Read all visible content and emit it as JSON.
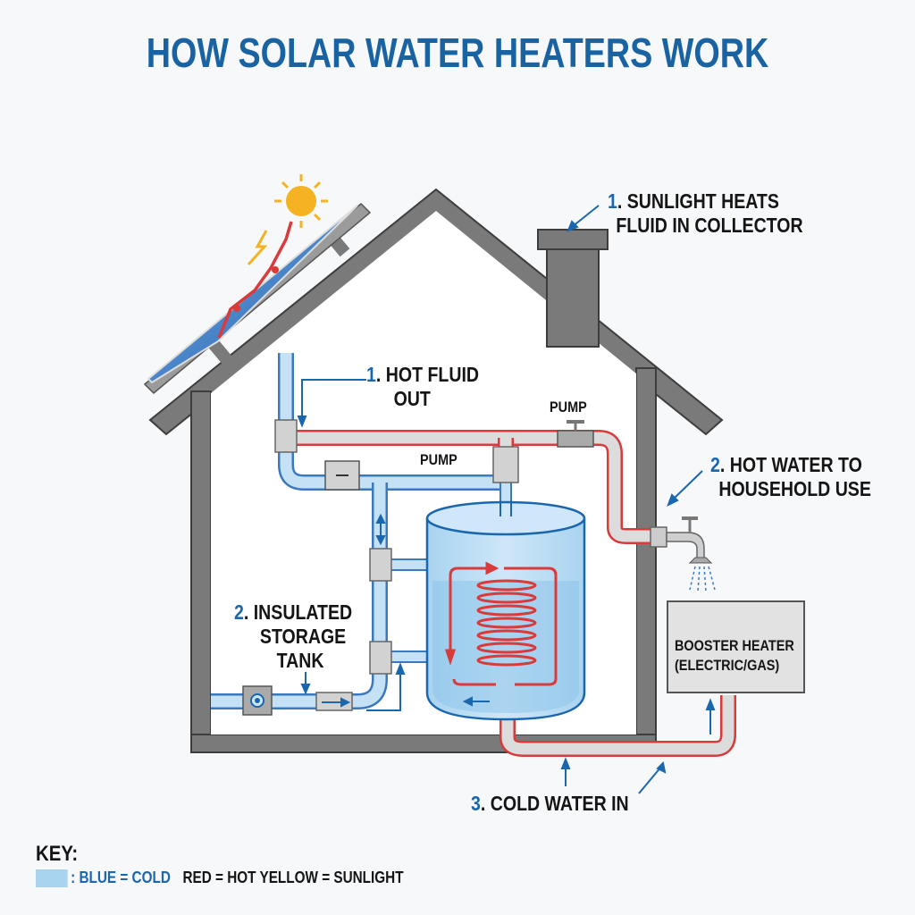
{
  "title": "HOW SOLAR WATER HEATERS WORK",
  "colors": {
    "title": "#1a63a3",
    "cold": "#a9d4f0",
    "hot": "#d93a3a",
    "sunlight": "#f5b324",
    "house": "#6e6e6e",
    "label_number": "#1b67ad"
  },
  "labels": {
    "sunlight_heats": {
      "num": "1",
      "line1": ". SUNLIGHT HEATS",
      "line2": "FLUID IN COLLECTOR"
    },
    "hot_fluid_out": {
      "num": "1",
      "line1": ". HOT FLUID",
      "line2": "OUT"
    },
    "pump_top": "PUMP",
    "pump_middle": "PUMP",
    "hot_water_household": {
      "num": "2",
      "line1": ". HOT WATER TO",
      "line2": "HOUSEHOLD USE"
    },
    "insulated_tank": {
      "num": "2",
      "line1": ". INSULATED",
      "line2": "STORAGE",
      "line3": "TANK"
    },
    "booster_heater": {
      "line1": "BOOSTER HEATER",
      "line2": "(ELECTRIC/GAS)"
    },
    "cold_water_in": {
      "num": "3",
      "line1": ". COLD WATER IN"
    }
  },
  "key": {
    "title": "KEY:",
    "blue_label": ": BLUE = COLD",
    "rest_label": "RED = HOT YELLOW = SUNLIGHT"
  }
}
